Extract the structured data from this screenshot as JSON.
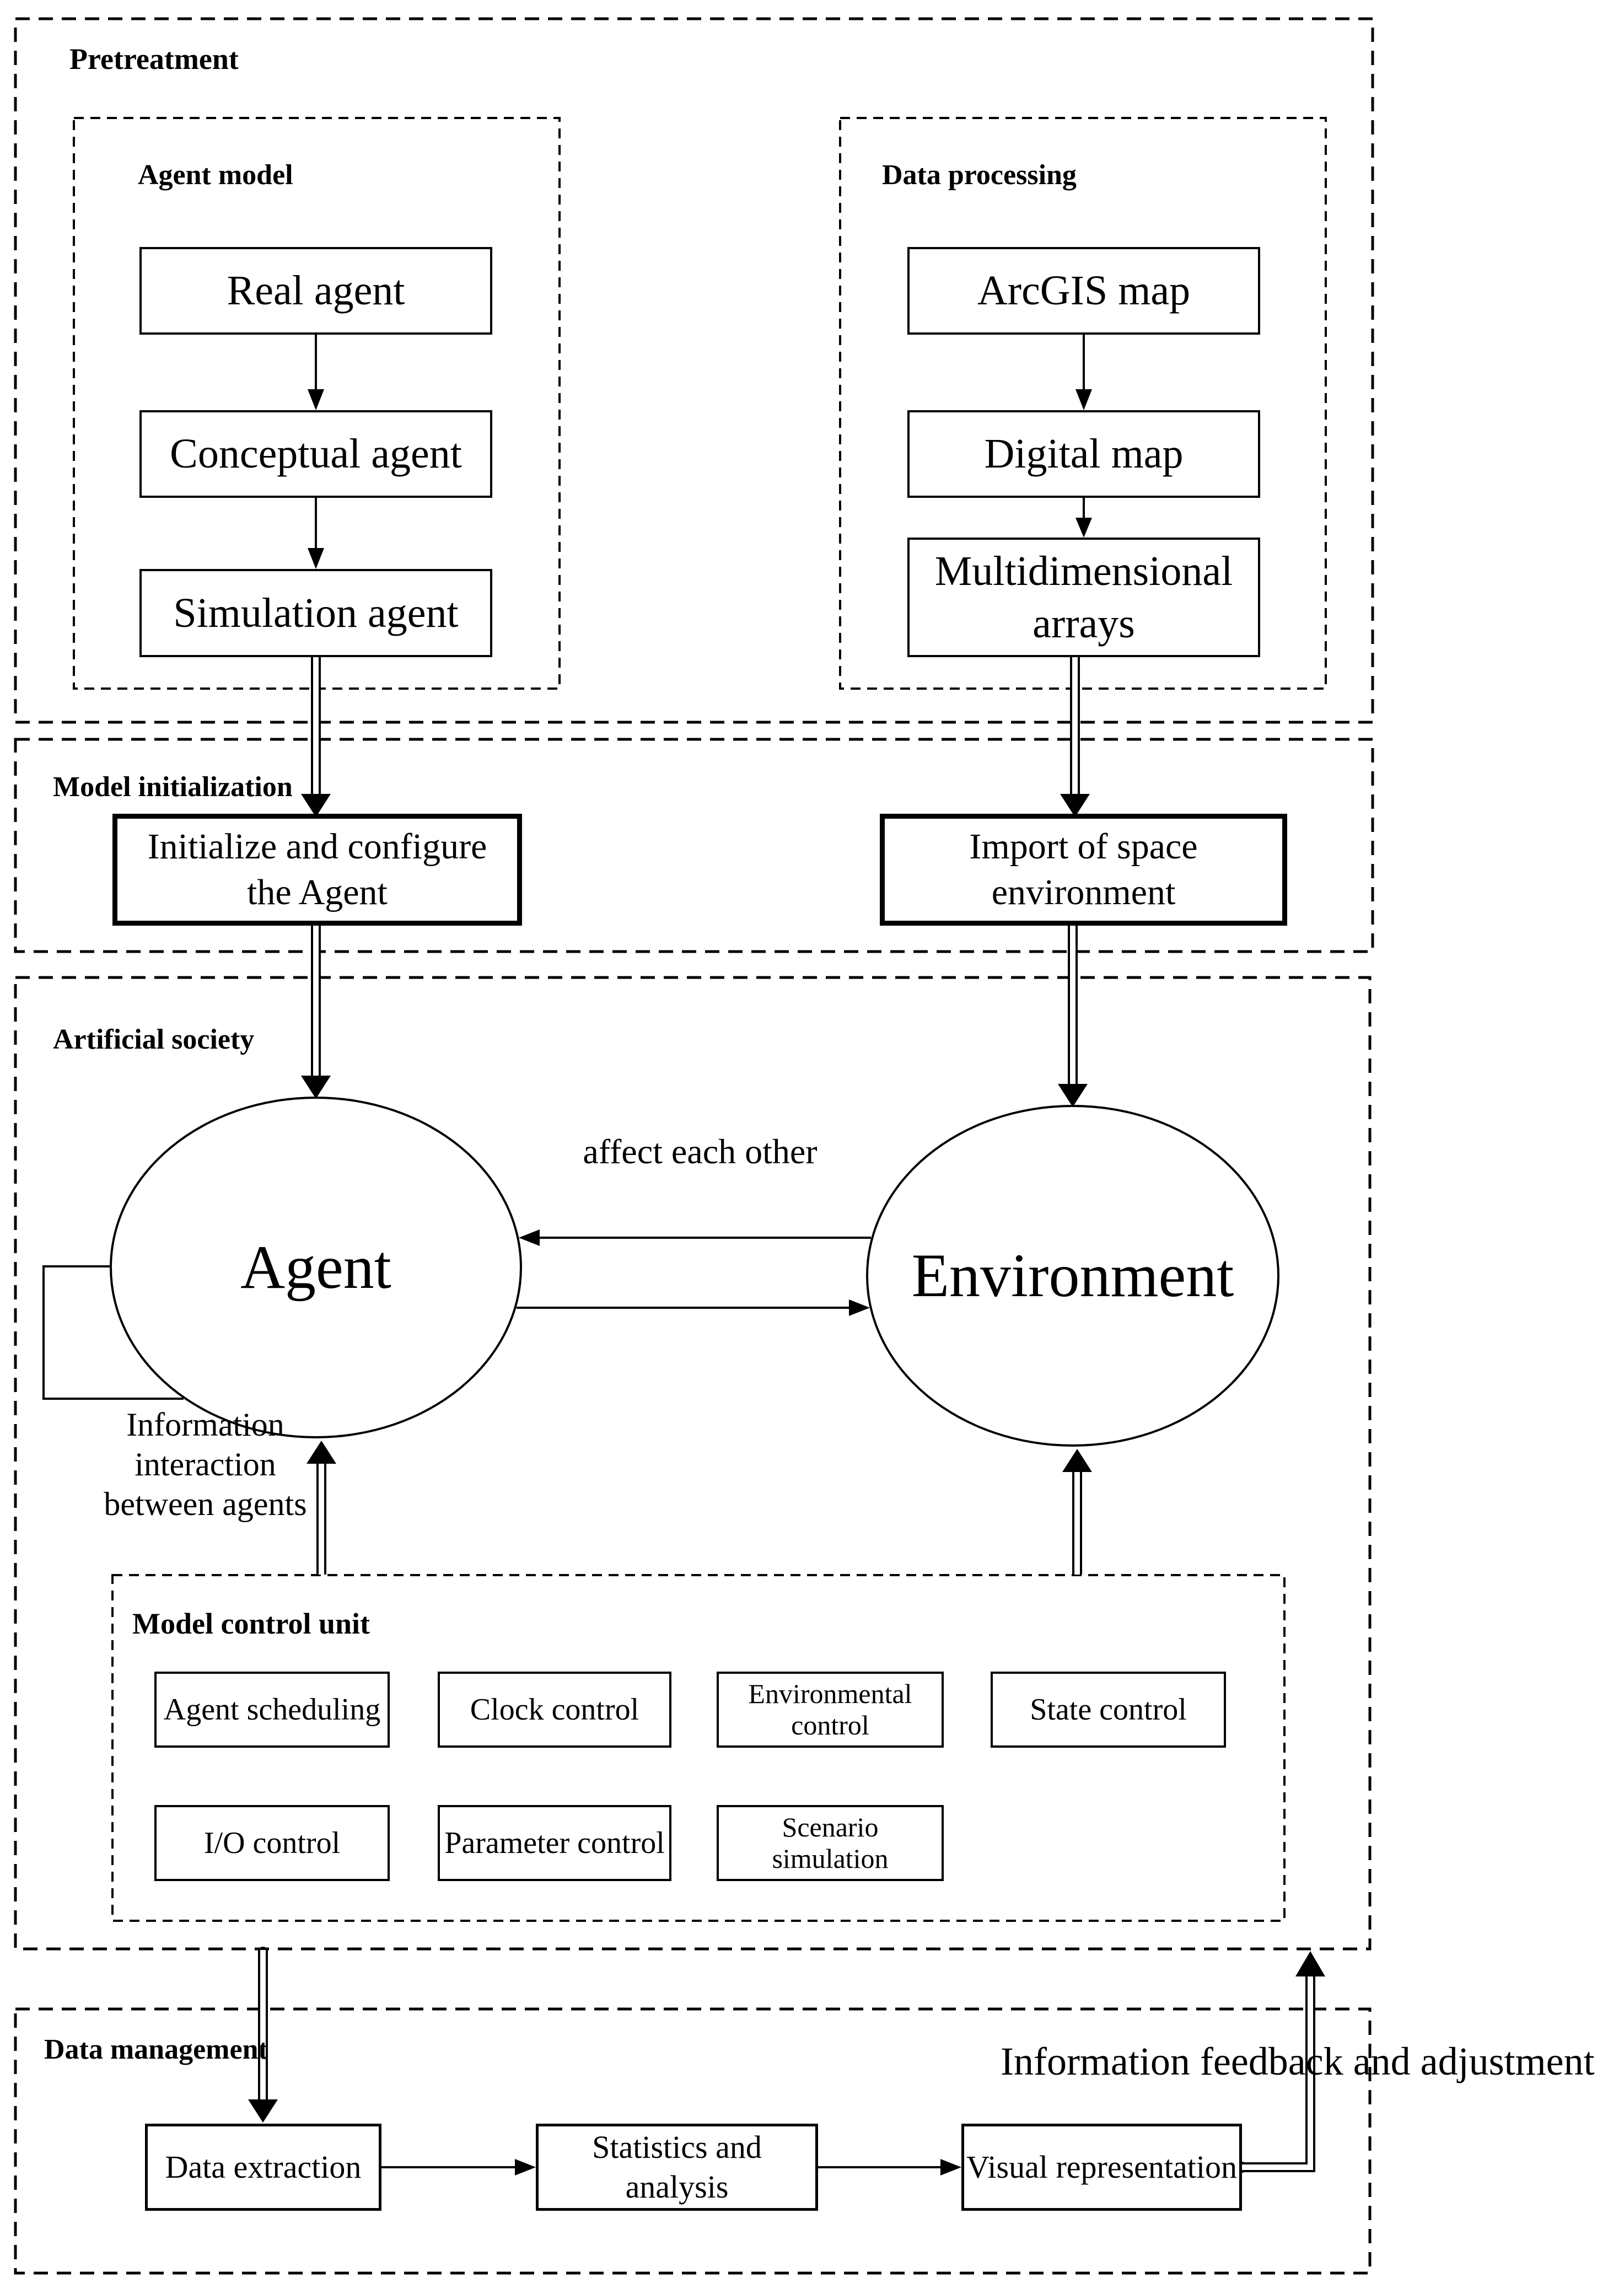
{
  "sections": {
    "pretreatment": {
      "label": "Pretreatment"
    },
    "agent_model": {
      "label": "Agent model",
      "boxes": [
        "Real agent",
        "Conceptual agent",
        "Simulation agent"
      ]
    },
    "data_processing": {
      "label": "Data processing",
      "boxes": [
        "ArcGIS map",
        "Digital map",
        "Multidimensional\narrays"
      ]
    },
    "model_initialization": {
      "label": "Model initialization",
      "agent_box": "Initialize and configure\nthe Agent",
      "space_box": "Import of space\nenvironment"
    },
    "artificial_society": {
      "label": "Artificial society",
      "agent": "Agent",
      "environment": "Environment",
      "affect": "affect each other",
      "interaction": "Information\ninteraction\nbetween agents"
    },
    "model_control_unit": {
      "label": "Model control unit",
      "row1": [
        "Agent scheduling",
        "Clock control",
        "Environmental\ncontrol",
        "State control"
      ],
      "row2": [
        "I/O control",
        "Parameter control",
        "Scenario\nsimulation"
      ]
    },
    "data_management": {
      "label": "Data management",
      "boxes": [
        "Data extraction",
        "Statistics and analysis",
        "Visual representation"
      ],
      "feedback": "Information feedback and adjustment"
    }
  },
  "colors": {
    "ink": "#000000",
    "paper": "#ffffff"
  }
}
